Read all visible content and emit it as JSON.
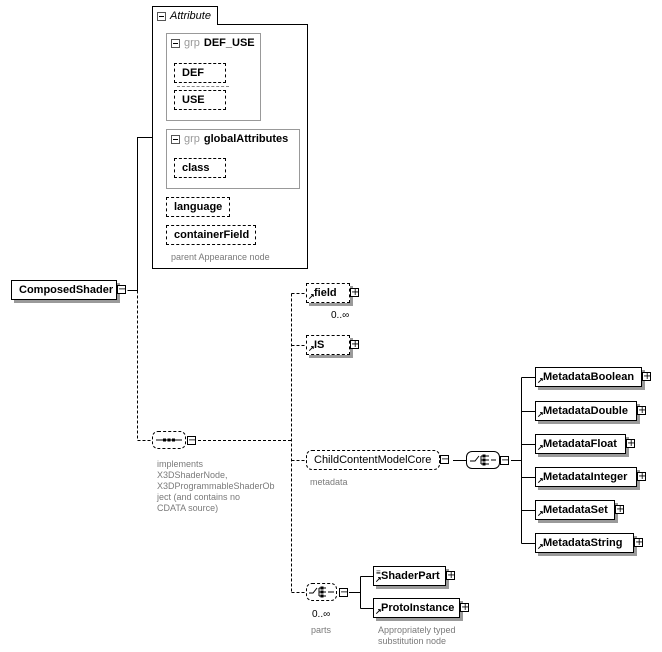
{
  "root": {
    "label": "ComposedShader"
  },
  "attributes": {
    "title": "Attribute",
    "group_def_use": {
      "keyword": "grp",
      "name": "DEF_USE",
      "items": [
        "DEF",
        "USE"
      ]
    },
    "group_global": {
      "keyword": "grp",
      "name": "globalAttributes",
      "items": [
        "class"
      ]
    },
    "extra": [
      "language",
      "containerField"
    ],
    "note": "parent Appearance node"
  },
  "sequence": {
    "note": "implements\nX3DShaderNode,\nX3DProgrammableShaderOb\nject (and contains no\nCDATA source)"
  },
  "field": {
    "label": "field",
    "cardinality": "0..∞"
  },
  "is": {
    "label": "IS"
  },
  "child_content": {
    "label": "ChildContentModelCore",
    "note": "metadata"
  },
  "metadata": [
    "MetadataBoolean",
    "MetadataDouble",
    "MetadataFloat",
    "MetadataInteger",
    "MetadataSet",
    "MetadataString"
  ],
  "parts": {
    "cardinality": "0..∞",
    "note": "parts",
    "items": [
      "ShaderPart",
      "ProtoInstance"
    ],
    "proto_note": "Appropriately typed\nsubstitution node"
  }
}
